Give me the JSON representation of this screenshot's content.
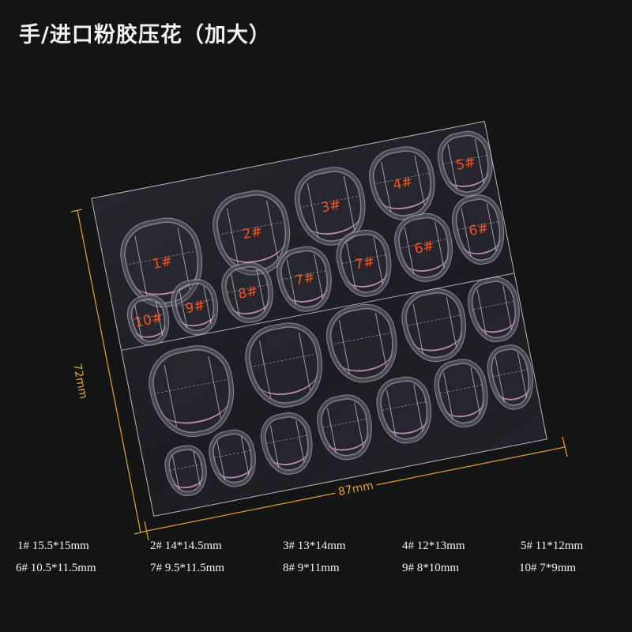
{
  "title": "手/进口粉胶压花（加大）",
  "colors": {
    "background": "#141414",
    "label_orange": "#f0531f",
    "dimension_gold": "#e0a331",
    "sheet_outline": "#b9b9c4",
    "nail_pink_line": "#e6aadc"
  },
  "dimensions": {
    "height_label": "72mm",
    "width_label": "87mm"
  },
  "sheet": {
    "top_half_labels": [
      "1#",
      "2#",
      "3#",
      "4#",
      "5#",
      "6#",
      "6#",
      "7#",
      "7#",
      "8#",
      "9#",
      "10#"
    ],
    "bottom_half_labels": []
  },
  "specs": [
    {
      "label": "1# 15.5*15mm"
    },
    {
      "label": "2# 14*14.5mm"
    },
    {
      "label": "3# 13*14mm"
    },
    {
      "label": "4# 12*13mm"
    },
    {
      "label": "5# 11*12mm"
    },
    {
      "label": "6# 10.5*11.5mm"
    },
    {
      "label": "7# 9.5*11.5mm"
    },
    {
      "label": "8# 9*11mm"
    },
    {
      "label": "9# 8*10mm"
    },
    {
      "label": "10# 7*9mm"
    }
  ]
}
